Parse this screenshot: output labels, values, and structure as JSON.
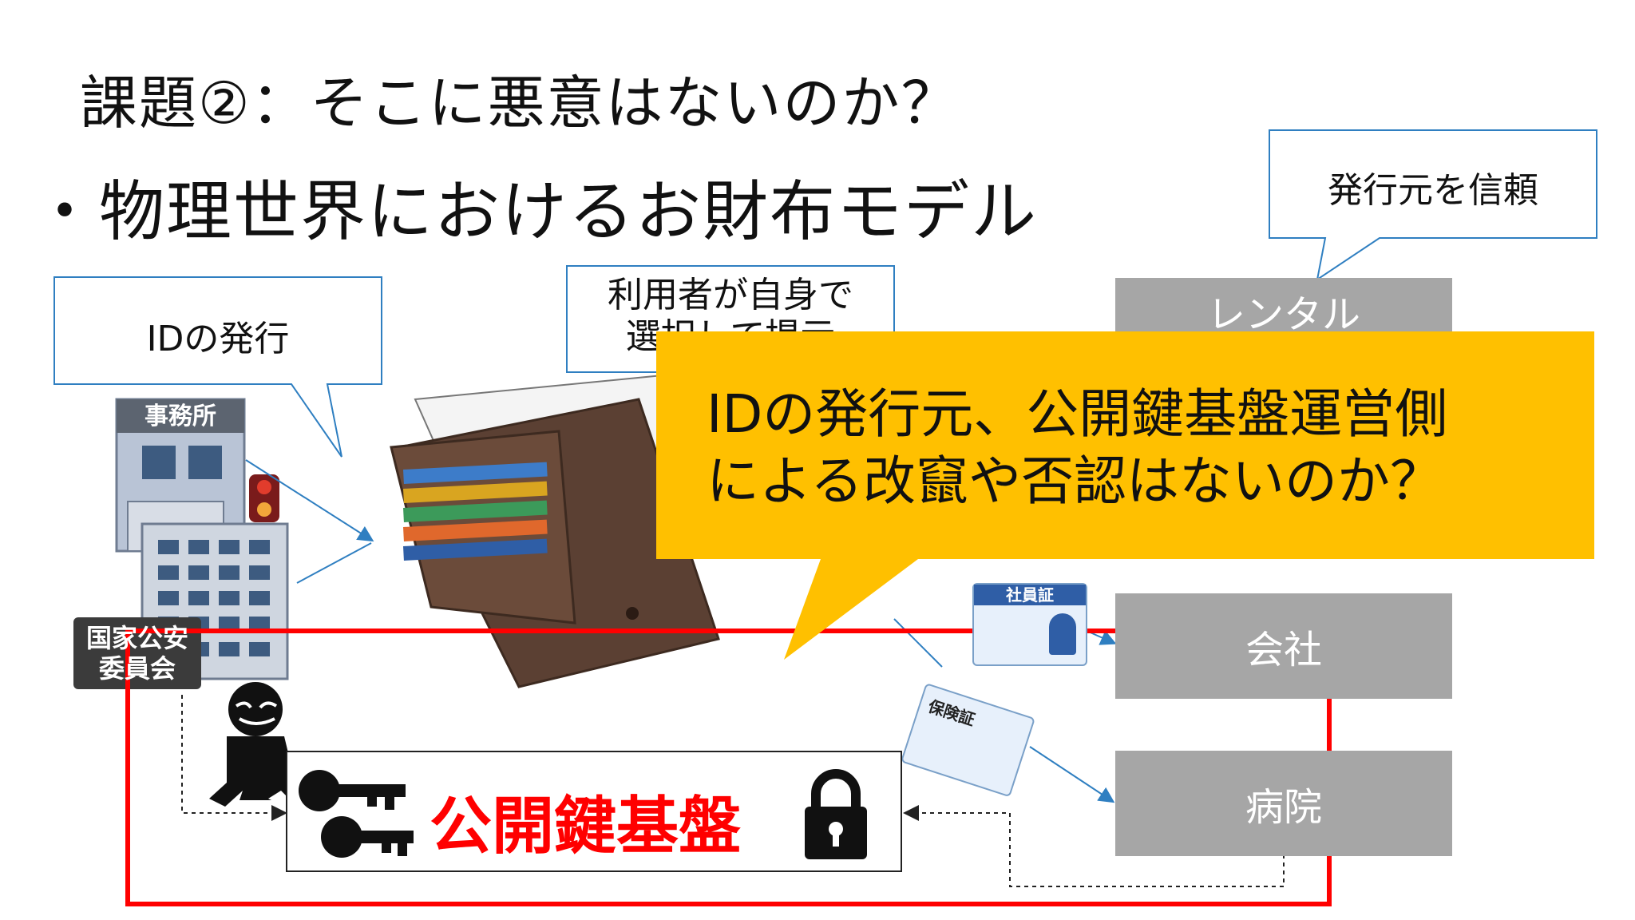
{
  "slide": {
    "title": "課題②：そこに悪意はないのか？",
    "subtitle": "・物理世界におけるお財布モデル"
  },
  "callouts": {
    "issue_id": "IDの発行",
    "user_select_line1": "利用者が自身で",
    "user_select_line2": "選択して提示",
    "trust_issuer": "発行元を信頼"
  },
  "buildings": {
    "office_sign": "事務所",
    "police_sign_line1": "国家公安",
    "police_sign_line2": "委員会"
  },
  "verifiers": {
    "rental": "レンタル",
    "company": "会社",
    "hospital": "病院"
  },
  "cards": {
    "employee_id": "社員証",
    "insurance": "保険証"
  },
  "pki": {
    "label": "公開鍵基盤"
  },
  "speech_bubble": {
    "line1": "IDの発行元、公開鍵基盤運営側",
    "line2": "による改竄や否認はないのか？"
  },
  "colors": {
    "bubble": "#ffc000",
    "highlight_frame": "#ff0000",
    "pki_text": "#ff0000",
    "verifier_box": "#a6a6a6",
    "callout_border": "#2f7fc1"
  }
}
